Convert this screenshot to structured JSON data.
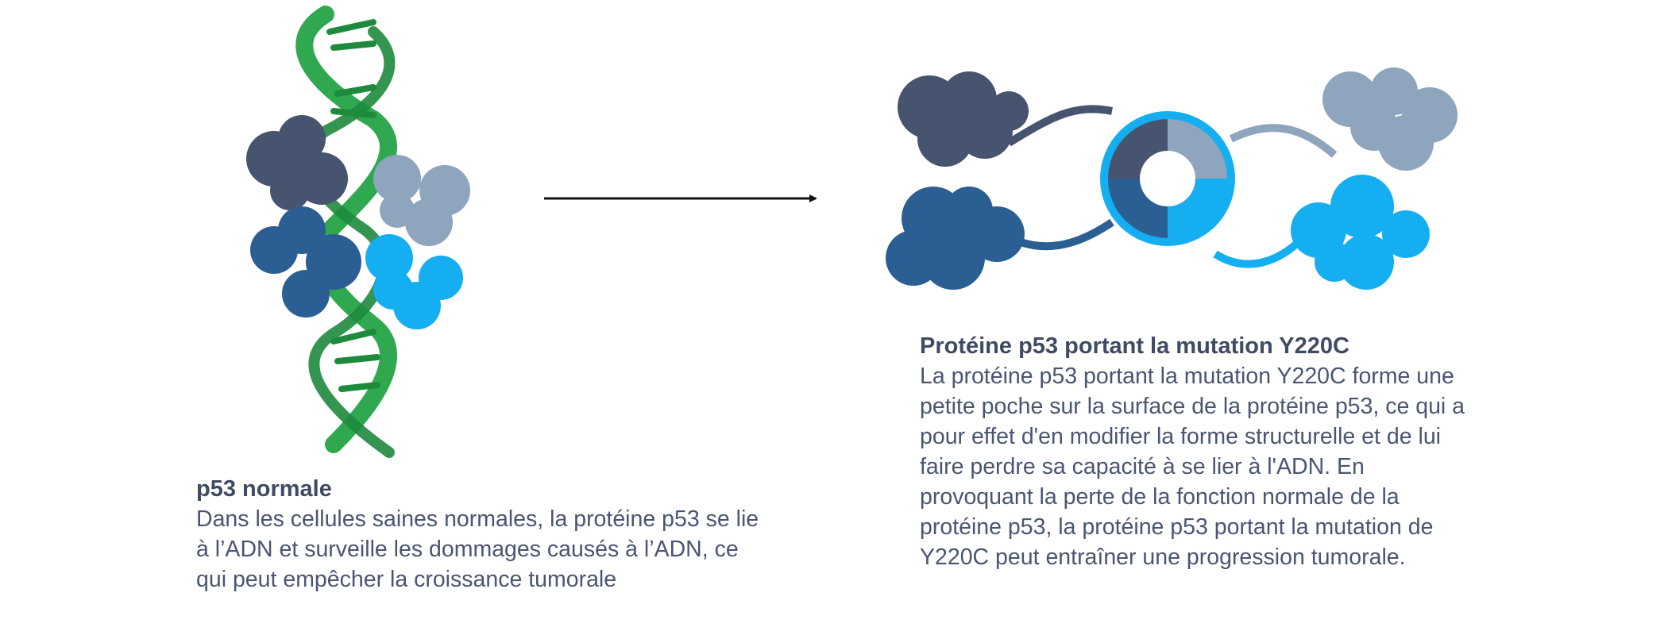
{
  "colors": {
    "dna_green": "#2fa84f",
    "dna_dark_green": "#1d8a3c",
    "p53_slate": "#46546f",
    "p53_gray_blue": "#8ea5bd",
    "p53_steel_blue": "#2b5f93",
    "p53_bright_blue": "#15aef0",
    "text": "#4a5572",
    "arrow": "#111111"
  },
  "left": {
    "title": "p53 normale",
    "description": "Dans les cellules saines normales, la protéine p53 se lie à l’ADN et surveille les dommages causés à l’ADN, ce qui peut empêcher la croissance tumorale",
    "icon": "dna-helix-with-p53-tetramer"
  },
  "arrow": {
    "icon": "right-arrow"
  },
  "right": {
    "title": "Protéine p53 portant la mutation Y220C",
    "description": "La protéine p53 portant la mutation Y220C forme une petite poche sur la surface de la protéine p53, ce qui a pour effet d'en modifier la forme structurelle et de lui faire perdre sa capacité à se lier à l'ADN. En provoquant la perte de la fonction normale de la protéine p53, la protéine p53 portant la mutation de Y220C peut entraîner une progression tumorale.",
    "icon": "mutated-p53-tetramer"
  }
}
